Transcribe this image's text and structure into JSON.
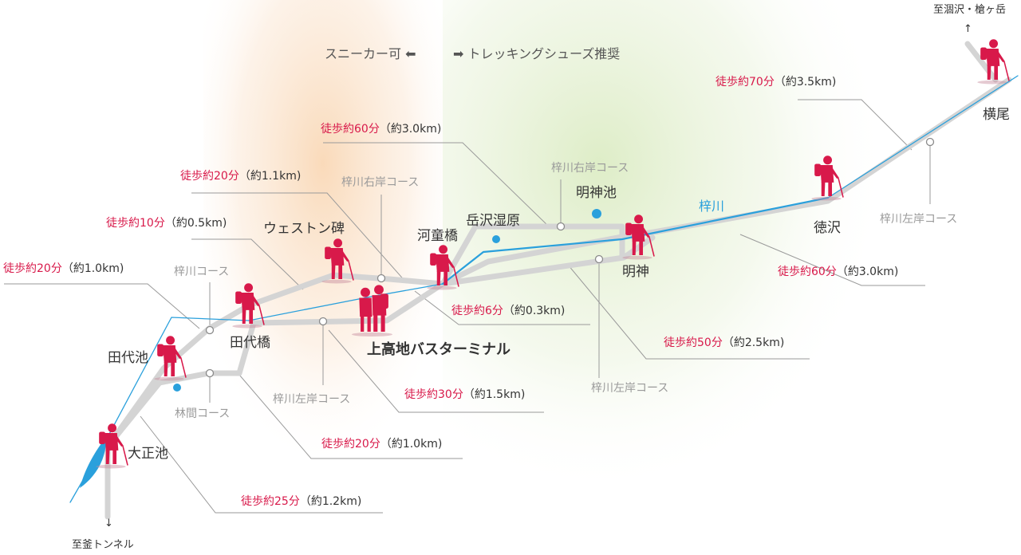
{
  "header": {
    "sneaker": "スニーカー可",
    "trekking": "トレッキングシューズ推奨",
    "left_arrow": "⬅",
    "right_arrow": "➡"
  },
  "directions": {
    "north": "至涸沢・槍ヶ岳",
    "north_arrow": "↑",
    "south": "至釜トンネル",
    "south_arrow": "↓"
  },
  "places": {
    "yokoo": "横尾",
    "tokusawa": "徳沢",
    "myojin": "明神",
    "myojin_ike": "明神池",
    "dakesawa": "岳沢湿原",
    "kappa": "河童橋",
    "weston": "ウェストン碑",
    "terminal": "上高地バスターミナル",
    "tashiro_bashi": "田代橋",
    "tashiro_ike": "田代池",
    "taisho_ike": "大正池"
  },
  "river": "梓川",
  "courses": {
    "right_top": "梓川右岸コース",
    "right_mid": "梓川右岸コース",
    "left_yokoo": "梓川左岸コース",
    "left_myojin": "梓川左岸コース",
    "left_tashiro": "梓川左岸コース",
    "azusa": "梓川コース",
    "rinkan": "林間コース"
  },
  "times": [
    {
      "id": "t70",
      "walk": "徒歩約70分",
      "dist": "（約3.5km)"
    },
    {
      "id": "t60a",
      "walk": "徒歩約60分",
      "dist": "（約3.0km)"
    },
    {
      "id": "t20a",
      "walk": "徒歩約20分",
      "dist": "（約1.1km)"
    },
    {
      "id": "t10",
      "walk": "徒歩約10分",
      "dist": "（約0.5km)"
    },
    {
      "id": "t20b",
      "walk": "徒歩約20分",
      "dist": "（約1.0km)"
    },
    {
      "id": "t60b",
      "walk": "徒歩約60分",
      "dist": "（約3.0km)"
    },
    {
      "id": "t6",
      "walk": "徒歩約6分",
      "dist": "（約0.3km)"
    },
    {
      "id": "t50",
      "walk": "徒歩約50分",
      "dist": "（約2.5km)"
    },
    {
      "id": "t30",
      "walk": "徒歩約30分",
      "dist": "（約1.5km)"
    },
    {
      "id": "t20c",
      "walk": "徒歩約20分",
      "dist": "（約1.0km)"
    },
    {
      "id": "t25",
      "walk": "徒歩約25分",
      "dist": "（約1.2km)"
    }
  ],
  "colors": {
    "route": "#d4d4d4",
    "river": "#2aa0dc",
    "hiker": "#d8194a",
    "walk_text": "#d8194a",
    "sneaker_zone": "#fbe3cc",
    "trekking_zone": "#e7f1d6"
  }
}
